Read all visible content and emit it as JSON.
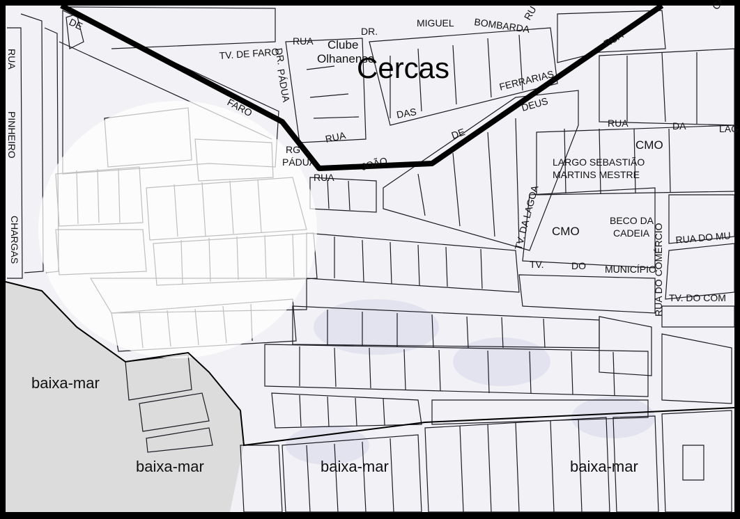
{
  "map": {
    "area_label": "Cercas",
    "place_labels": {
      "clube": "Clube",
      "olhanense": "Olhanense",
      "cmo_upper": "CMO",
      "cmo_lower": "CMO",
      "largo_1": "LARGO SEBASTIÃO",
      "largo_2": "MARTINS MESTRE",
      "beco_1": "BECO DA",
      "beco_2": "CADEIA"
    },
    "street_labels": {
      "rua_dr_miguel_bombarda_1": "RUA",
      "rua_dr_miguel_bombarda_2": "DR.",
      "rua_dr_miguel_bombarda_3": "MIGUEL",
      "rua_dr_miguel_bombarda_4": "BOMBARDA",
      "tv_de_faro": "TV. DE FARO",
      "de_top": "DE",
      "faro": "FARO",
      "dr_left": "DR.",
      "padua": "PÁDUA",
      "rua_left": "RUA",
      "pinheiro": "PINHEIRO",
      "chargas": "CHARGAS",
      "rua_das_ferrarias_1": "RUA",
      "rua_das_ferrarias_2": "DAS",
      "rua_das_ferrarias_3": "FERRARIAS",
      "deus": "DEUS",
      "de_mid": "DE",
      "joao": "JOÃO",
      "rg_padua_1": "RG",
      "rg_padua_2": "PÁDUA",
      "rua_bottom_left": "RUA",
      "rua_da_lagoa_1": "RUA",
      "rua_da_lagoa_2": "DA",
      "rua_da_lagoa_3": "LAG",
      "tv_da_lagoa": "TV. DA LAGOA",
      "ca_top": "CA",
      "rua_top_right": "RUA",
      "ru_top": "RU",
      "rua_do_comercio": "RUA DO COMÉRCIO",
      "rua_do_mu": "RUA DO MU",
      "tv_do_municipio_1": "TV.",
      "tv_do_municipio_2": "DO",
      "tv_do_municipio_3": "MUNICÍPIO",
      "tv_do_com": "TV. DO COM"
    },
    "zone_labels": [
      "baixa-mar",
      "baixa-mar",
      "baixa-mar",
      "baixa-mar"
    ],
    "colors": {
      "paper": "#f2f2f6",
      "lines": "#1a1a22",
      "wall": "#000000",
      "highlight": "#ffffff",
      "sea": "#dcdcdc"
    }
  }
}
